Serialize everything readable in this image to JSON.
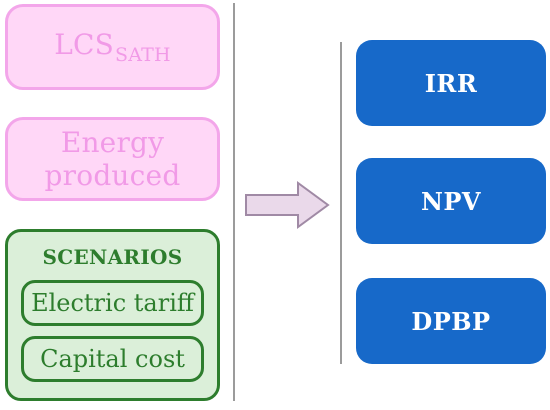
{
  "inputs": {
    "lcs_main": "LCS",
    "lcs_sub": "SATH",
    "energy": "Energy produced"
  },
  "scenarios": {
    "title": "SCENARIOS",
    "items": [
      "Electric tariff",
      "Capital cost"
    ]
  },
  "outputs": [
    "IRR",
    "NPV",
    "DPBP"
  ],
  "colors": {
    "pink_fill": "#ffd7f7",
    "pink_border": "#f3a6ea",
    "pink_text": "#f19ae7",
    "green_fill": "#dbefd9",
    "green_border": "#2d7d2d",
    "blue_fill": "#1769c9",
    "arrow_fill": "#ead9ea",
    "arrow_border": "#a08aa5",
    "divider": "#9b9b9b"
  }
}
